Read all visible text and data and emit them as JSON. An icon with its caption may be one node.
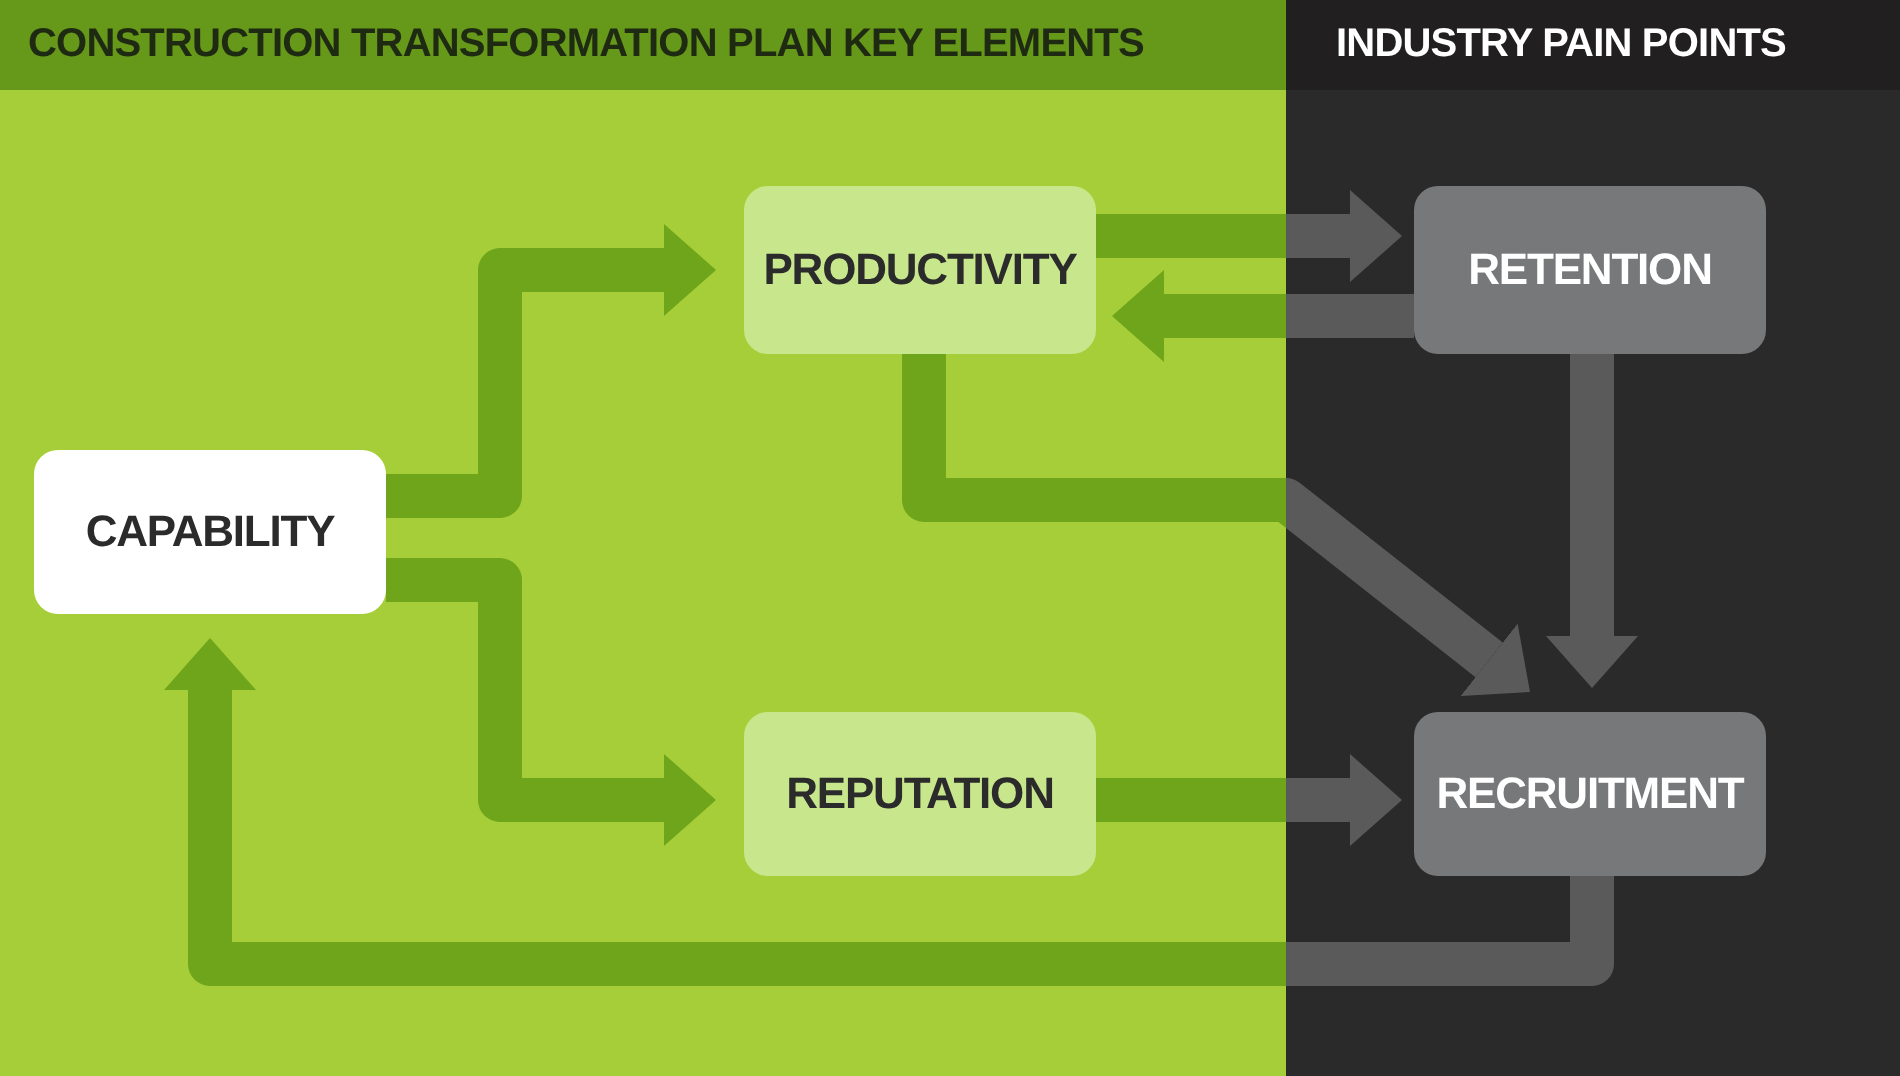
{
  "diagram": {
    "nodes": [
      {
        "text": [
          "CAPABILITY"
        ]
      },
      {
        "text": [
          "PRODUCTIVITY"
        ]
      },
      {
        "text": [
          "REPUTATION"
        ]
      },
      {
        "text": [
          "RETENTION"
        ]
      },
      {
        "text": [
          "RECRUITMENT"
        ]
      }
    ],
    "edges": [
      {
        "from": 0,
        "to": 1,
        "arrow": "to"
      },
      {
        "from": 0,
        "to": 2,
        "arrow": "to"
      },
      {
        "from": 1,
        "to": 3,
        "arrow": "to"
      },
      {
        "from": 3,
        "to": 1,
        "arrow": "to"
      },
      {
        "from": 1,
        "to": 4,
        "arrow": "to"
      },
      {
        "from": 3,
        "to": 4,
        "arrow": "to"
      },
      {
        "from": 2,
        "to": 4,
        "arrow": "to"
      },
      {
        "from": 4,
        "to": 0,
        "arrow": "to"
      }
    ],
    "labels": [
      "CONSTRUCTION TRANSFORMATION PLAN KEY ELEMENTS",
      "INDUSTRY PAIN POINTS"
    ]
  }
}
